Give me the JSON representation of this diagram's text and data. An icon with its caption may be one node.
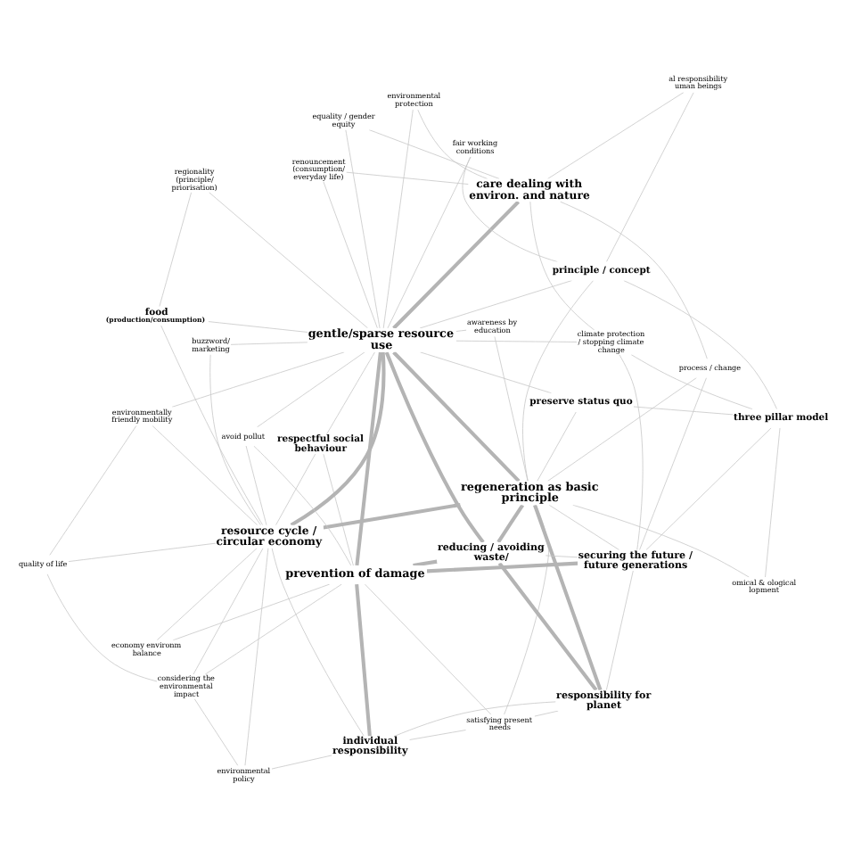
{
  "diagram": {
    "nodes": [
      {
        "text": [
          "satisfying present needs"
        ]
      },
      {
        "text": [
          "process / change"
        ]
      },
      {
        "text": [
          "environmental policy"
        ]
      },
      {
        "text": [
          "responsibility for planet"
        ]
      },
      {
        "text": [
          "individual responsibility"
        ]
      },
      {
        "text": [
          "climate protection / stopping climate change"
        ]
      },
      {
        "text": [
          "considering the environmental impact"
        ]
      },
      {
        "text": [
          "securing the future / future generations"
        ]
      },
      {
        "text": [
          "reducing / avoiding waste/"
        ]
      },
      {
        "text": [
          "respectful social behaviour"
        ]
      },
      {
        "text": [
          "omical & ological lopment"
        ]
      },
      {
        "text": [
          "economy environm balance"
        ]
      },
      {
        "text": [
          "three pillar model"
        ]
      },
      {
        "text": [
          "prevention of damage"
        ]
      },
      {
        "text": [
          "preserve status quo"
        ]
      },
      {
        "text": [
          "regeneration as basic principle"
        ]
      },
      {
        "text": [
          "resource cycle / circular economy"
        ]
      },
      {
        "text": [
          "al responsibility uman beings"
        ]
      },
      {
        "text": [
          "principle / concept"
        ]
      },
      {
        "text": [
          "avoid pollut"
        ]
      },
      {
        "text": [
          "care dealing with environ. and nature"
        ]
      },
      {
        "text": [
          "quality of life"
        ]
      },
      {
        "text": [
          "awareness by education"
        ]
      },
      {
        "text": [
          "fair working conditions"
        ]
      },
      {
        "text": [
          "renouncement (consumption/ everyday life)"
        ]
      },
      {
        "text": [
          "gentle/sparse resource use"
        ]
      },
      {
        "text": [
          "buzzword/ marketing"
        ]
      },
      {
        "text": [
          "food",
          "(production/consumption)"
        ]
      },
      {
        "text": [
          "environmentally friendly mobility"
        ]
      },
      {
        "text": [
          "environmental protection"
        ]
      },
      {
        "text": [
          "equality / gender equity"
        ]
      },
      {
        "text": [
          "regionality (principle/ priorisation)"
        ]
      }
    ],
    "edges": [
      {
        "from": 15,
        "to": 25,
        "arrow": "none",
        "style": "thick"
      },
      {
        "from": 13,
        "to": 25,
        "arrow": "none",
        "style": "thick"
      },
      {
        "from": 8,
        "to": 25,
        "arrow": "none",
        "style": "thick"
      },
      {
        "from": 3,
        "to": 15,
        "arrow": "none",
        "style": "thick"
      },
      {
        "from": 4,
        "to": 13,
        "arrow": "none",
        "style": "thick"
      },
      {
        "from": 8,
        "to": 13,
        "arrow": "none",
        "style": "thick"
      },
      {
        "from": 15,
        "to": 16,
        "arrow": "none",
        "style": "thick"
      },
      {
        "from": 20,
        "to": 25,
        "arrow": "none",
        "style": "thick"
      },
      {
        "from": 3,
        "to": 8,
        "arrow": "none",
        "style": "thick"
      },
      {
        "from": 16,
        "to": 25,
        "arrow": "none",
        "style": "thick"
      },
      {
        "from": 7,
        "to": 13,
        "arrow": "none",
        "style": "thick"
      },
      {
        "from": 8,
        "to": 15,
        "arrow": "none",
        "style": "thick"
      },
      {
        "from": 0,
        "to": 3,
        "arrow": "none"
      },
      {
        "from": 0,
        "to": 4,
        "arrow": "none"
      },
      {
        "from": 0,
        "to": 13,
        "arrow": "none"
      },
      {
        "from": 0,
        "to": 15,
        "arrow": "none"
      },
      {
        "from": 1,
        "to": 7,
        "arrow": "none"
      },
      {
        "from": 1,
        "to": 15,
        "arrow": "none"
      },
      {
        "from": 1,
        "to": 20,
        "arrow": "none"
      },
      {
        "from": 2,
        "to": 4,
        "arrow": "none"
      },
      {
        "from": 2,
        "to": 6,
        "arrow": "none"
      },
      {
        "from": 2,
        "to": 16,
        "arrow": "none"
      },
      {
        "from": 5,
        "to": 7,
        "arrow": "none"
      },
      {
        "from": 5,
        "to": 12,
        "arrow": "none"
      },
      {
        "from": 5,
        "to": 20,
        "arrow": "none"
      },
      {
        "from": 5,
        "to": 25,
        "arrow": "none"
      },
      {
        "from": 6,
        "to": 13,
        "arrow": "none"
      },
      {
        "from": 6,
        "to": 16,
        "arrow": "none"
      },
      {
        "from": 6,
        "to": 21,
        "arrow": "none"
      },
      {
        "from": 7,
        "to": 8,
        "arrow": "none"
      },
      {
        "from": 7,
        "to": 12,
        "arrow": "none"
      },
      {
        "from": 7,
        "to": 15,
        "arrow": "none"
      },
      {
        "from": 9,
        "to": 13,
        "arrow": "none"
      },
      {
        "from": 9,
        "to": 16,
        "arrow": "none"
      },
      {
        "from": 9,
        "to": 25,
        "arrow": "none"
      },
      {
        "from": 10,
        "to": 12,
        "arrow": "none"
      },
      {
        "from": 10,
        "to": 15,
        "arrow": "none"
      },
      {
        "from": 11,
        "to": 13,
        "arrow": "none"
      },
      {
        "from": 11,
        "to": 16,
        "arrow": "none"
      },
      {
        "from": 12,
        "to": 14,
        "arrow": "none"
      },
      {
        "from": 12,
        "to": 18,
        "arrow": "none"
      },
      {
        "from": 14,
        "to": 15,
        "arrow": "none"
      },
      {
        "from": 14,
        "to": 25,
        "arrow": "none"
      },
      {
        "from": 17,
        "to": 18,
        "arrow": "none"
      },
      {
        "from": 17,
        "to": 20,
        "arrow": "none"
      },
      {
        "from": 18,
        "to": 15,
        "arrow": "none"
      },
      {
        "from": 18,
        "to": 25,
        "arrow": "none"
      },
      {
        "from": 19,
        "to": 16,
        "arrow": "none"
      },
      {
        "from": 19,
        "to": 13,
        "arrow": "none"
      },
      {
        "from": 19,
        "to": 25,
        "arrow": "none"
      },
      {
        "from": 21,
        "to": 16,
        "arrow": "none"
      },
      {
        "from": 21,
        "to": 28,
        "arrow": "none"
      },
      {
        "from": 22,
        "to": 25,
        "arrow": "none"
      },
      {
        "from": 22,
        "to": 15,
        "arrow": "none"
      },
      {
        "from": 23,
        "to": 18,
        "arrow": "none"
      },
      {
        "from": 23,
        "to": 25,
        "arrow": "none"
      },
      {
        "from": 24,
        "to": 25,
        "arrow": "none"
      },
      {
        "from": 24,
        "to": 20,
        "arrow": "none"
      },
      {
        "from": 26,
        "to": 16,
        "arrow": "none"
      },
      {
        "from": 26,
        "to": 25,
        "arrow": "none"
      },
      {
        "from": 27,
        "to": 25,
        "arrow": "none"
      },
      {
        "from": 27,
        "to": 16,
        "arrow": "none"
      },
      {
        "from": 27,
        "to": 31,
        "arrow": "none"
      },
      {
        "from": 28,
        "to": 25,
        "arrow": "none"
      },
      {
        "from": 28,
        "to": 16,
        "arrow": "none"
      },
      {
        "from": 29,
        "to": 20,
        "arrow": "none"
      },
      {
        "from": 29,
        "to": 25,
        "arrow": "none"
      },
      {
        "from": 30,
        "to": 25,
        "arrow": "none"
      },
      {
        "from": 30,
        "to": 20,
        "arrow": "none"
      },
      {
        "from": 31,
        "to": 25,
        "arrow": "none"
      },
      {
        "from": 4,
        "to": 16,
        "arrow": "none"
      },
      {
        "from": 3,
        "to": 4,
        "arrow": "none"
      },
      {
        "from": 3,
        "to": 7,
        "arrow": "none"
      }
    ]
  }
}
